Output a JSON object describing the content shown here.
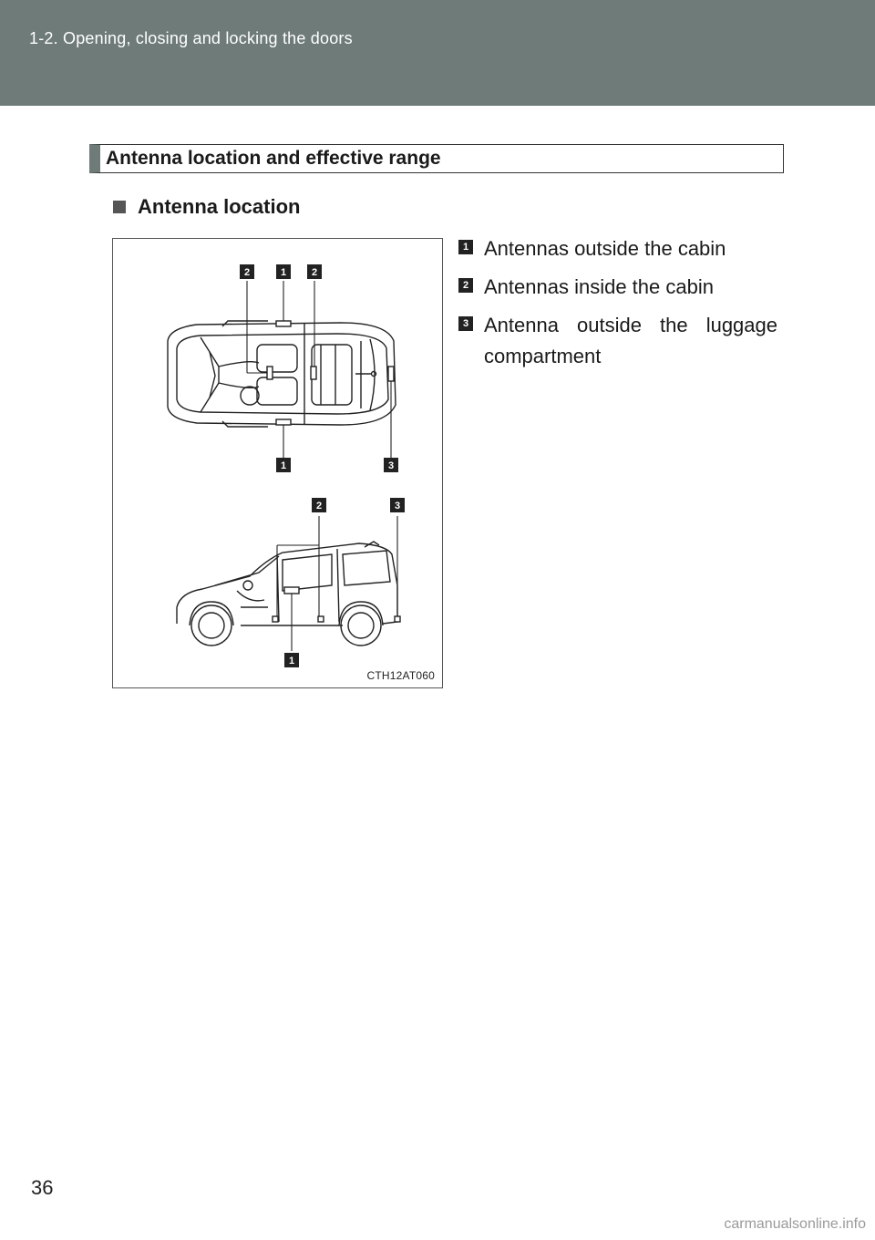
{
  "header": {
    "chapter": "1-2. Opening, closing and locking the doors"
  },
  "section": {
    "title": "Antenna location and effective range"
  },
  "subheading": {
    "label": "Antenna location"
  },
  "figure": {
    "code": "CTH12AT060",
    "callouts_top_view": [
      "2",
      "1",
      "2",
      "1",
      "3"
    ],
    "callouts_side_view": [
      "2",
      "3",
      "1"
    ]
  },
  "legend": [
    {
      "number": "1",
      "text": "Antennas outside the cabin"
    },
    {
      "number": "2",
      "text": "Antennas inside the cabin"
    },
    {
      "number": "3",
      "text": "Antenna outside the luggage compartment"
    }
  ],
  "footer": {
    "page_number": "36",
    "watermark": "carmanualsonline.info"
  }
}
